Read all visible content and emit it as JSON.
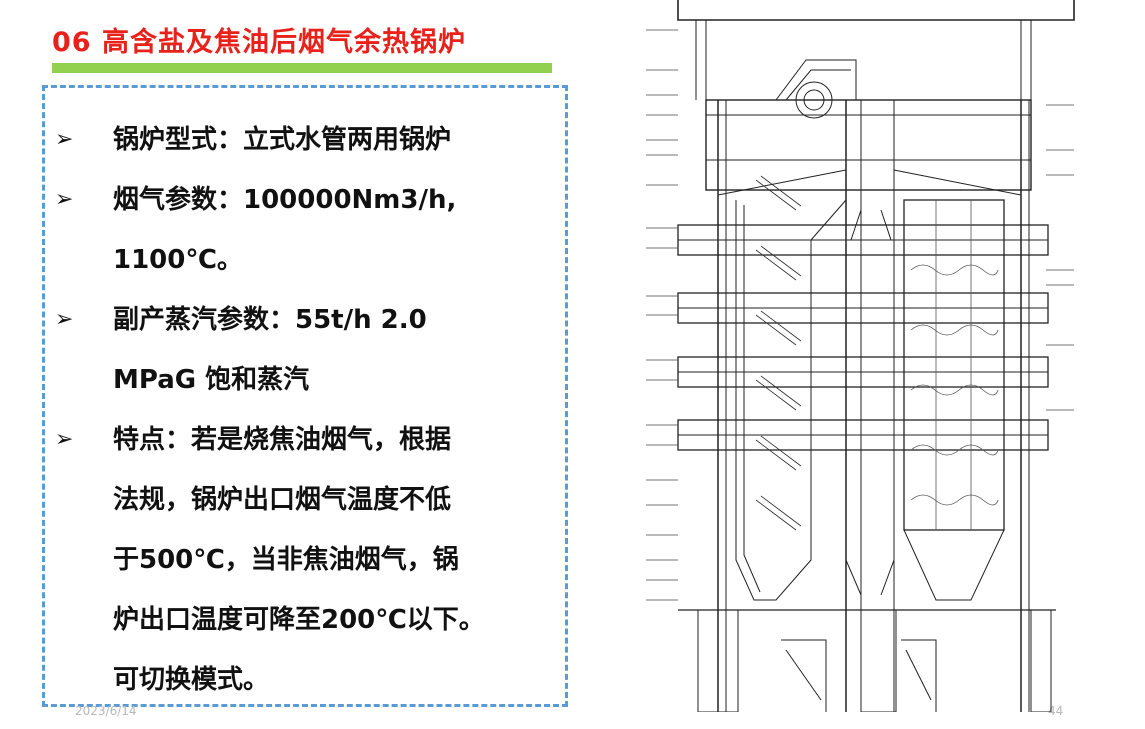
{
  "title": "06 高含盐及焦油后烟气余热锅炉",
  "bullets": {
    "b1": "锅炉型式：立式水管两用锅炉",
    "b2_l1": "烟气参数：100000Nm3/h,",
    "b2_l2": "1100℃。",
    "b3_l1": "副产蒸汽参数：55t/h 2.0",
    "b3_l2": "MPaG 饱和蒸汽",
    "b4_l1": "特点：若是烧焦油烟气，根据",
    "b4_l2": "法规，锅炉出口烟气温度不低",
    "b4_l3": "于500℃，当非焦油烟气，锅",
    "b4_l4": "炉出口温度可降至200℃以下。",
    "b4_l5": "可切换模式。",
    "marker": "➢"
  },
  "footer": {
    "date": "2023/6/14",
    "page": "44"
  },
  "colors": {
    "title": "#e8211a",
    "underline": "#92d050",
    "box_border": "#5b9bd5"
  }
}
